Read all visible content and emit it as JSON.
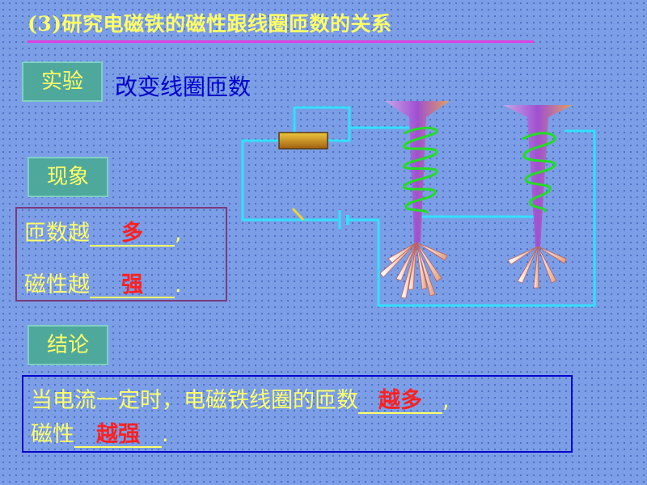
{
  "title": "(3)研究电磁铁的磁性跟线圈匝数的关系",
  "experiment": {
    "label": "实验",
    "text": "改变线圈匝数"
  },
  "phenomenon": {
    "label": "现象",
    "line1_prefix": "匝数越",
    "line1_answer": "多",
    "line1_suffix": ",",
    "line2_prefix": "磁性越",
    "line2_answer": "强",
    "line2_suffix": "."
  },
  "conclusion": {
    "label": "结论",
    "line1_prefix": "当电流一定时，电磁铁线圈的匝数",
    "line1_answer": "越多",
    "line1_suffix": ",",
    "line2_prefix": "磁性",
    "line2_answer": "越强",
    "line2_suffix": "."
  },
  "colors": {
    "background": "#7b9ee6",
    "title": "#ffff66",
    "answer": "#ff2020",
    "wire": "#33e0ff",
    "coil": "#22dd22",
    "tag_bg": "#4fa89c"
  }
}
